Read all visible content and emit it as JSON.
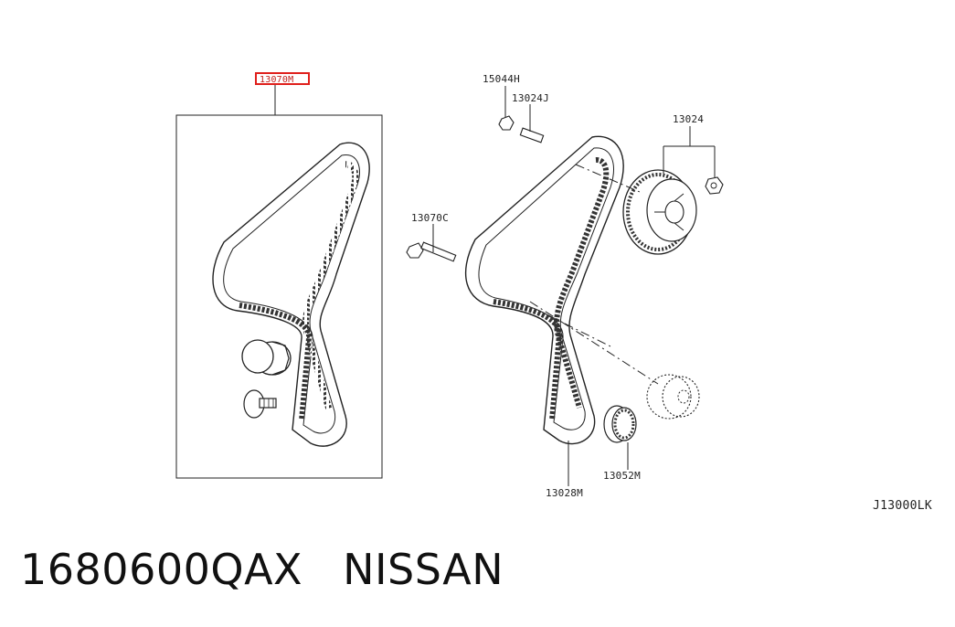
{
  "diagram": {
    "callouts": {
      "kit": "13070M",
      "bolt_top": "15044H",
      "stud": "13024J",
      "sprocket": "13024",
      "bolt_side": "13070C",
      "belt": "13028M",
      "crank_sprocket": "13052M"
    },
    "reference": "J13000LK",
    "highlight_color": "#e0201c"
  },
  "caption": {
    "part_number": "1680600QAX",
    "brand": "NISSAN"
  }
}
